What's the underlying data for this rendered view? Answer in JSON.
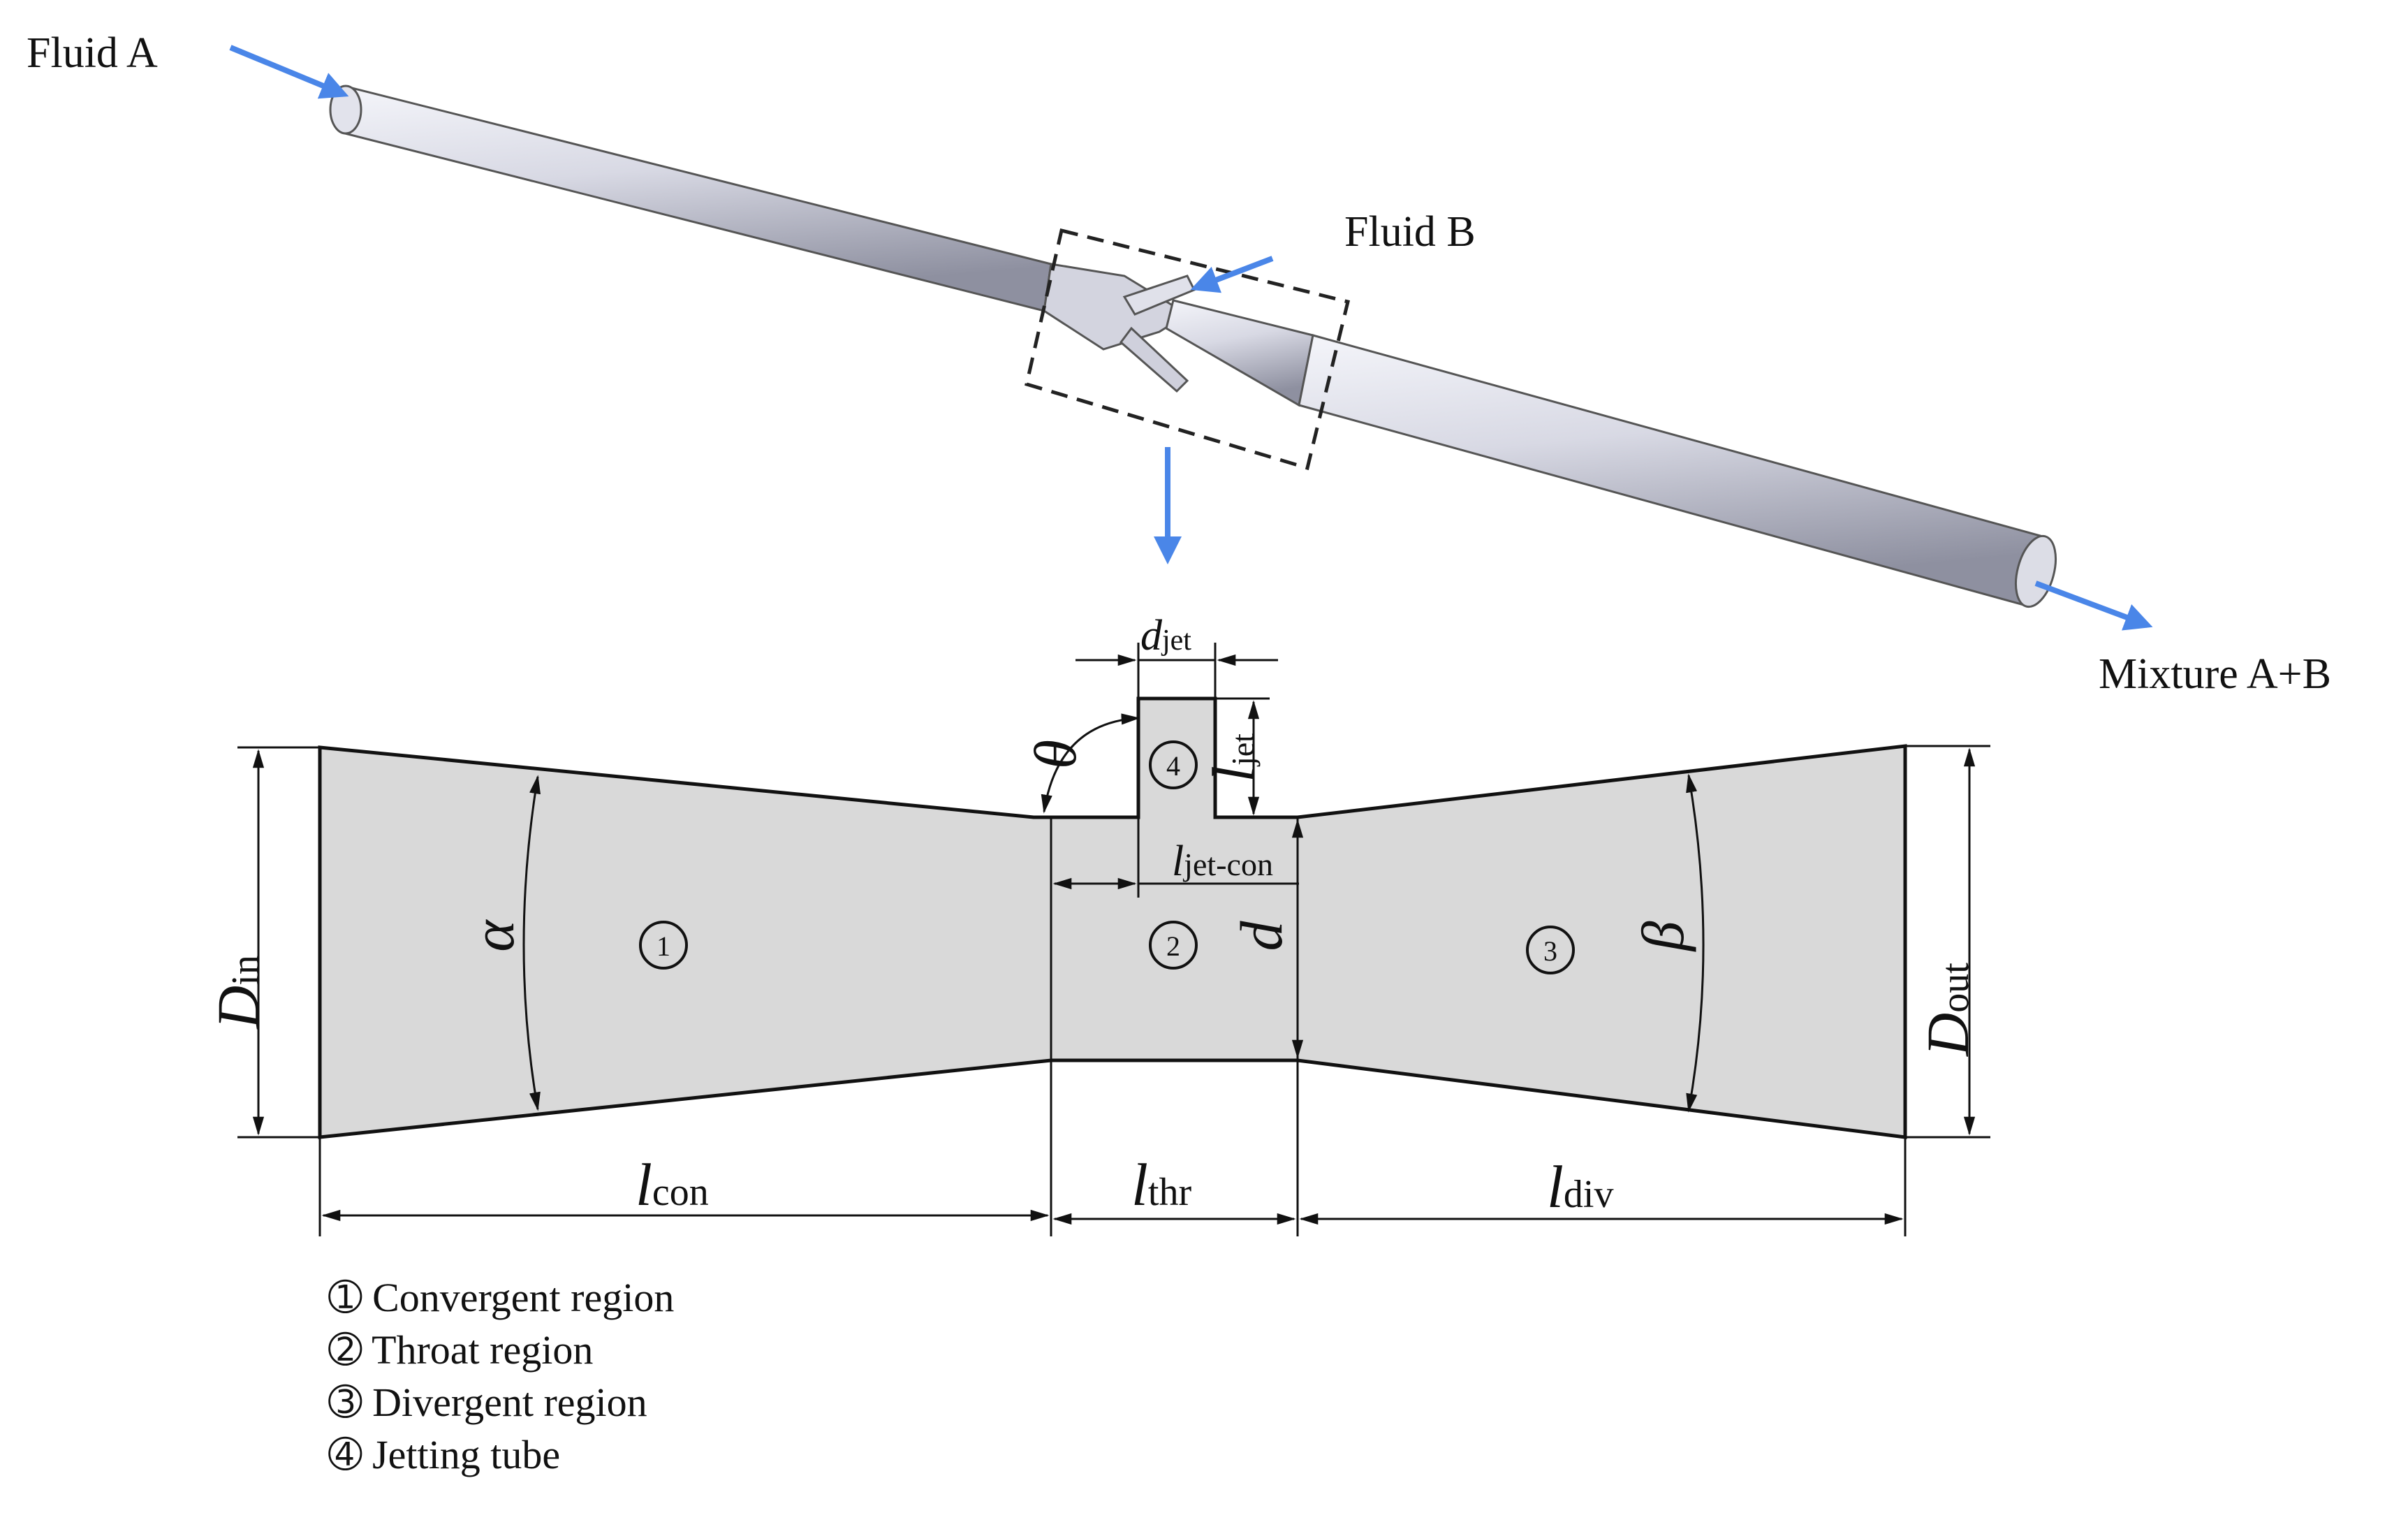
{
  "labels": {
    "fluid_a": "Fluid A",
    "fluid_b": "Fluid B",
    "mixture": "Mixture A+B"
  },
  "dimensions": {
    "d_in": {
      "main": "D",
      "sub": "in"
    },
    "d_out": {
      "main": "D",
      "sub": "out"
    },
    "d": "d",
    "d_jet": {
      "main": "d",
      "sub": "jet"
    },
    "l_jet": {
      "main": "l",
      "sub": "jet"
    },
    "l_jet_con": {
      "main": "l",
      "sub": "jet-con"
    },
    "l_con": {
      "main": "l",
      "sub": "con"
    },
    "l_thr": {
      "main": "l",
      "sub": "thr"
    },
    "l_div": {
      "main": "l",
      "sub": "div"
    },
    "alpha": "α",
    "beta": "β",
    "theta": "θ"
  },
  "region_numbers": [
    "1",
    "2",
    "3",
    "4"
  ],
  "legend": [
    {
      "num": "➀",
      "text": "Convergent region"
    },
    {
      "num": "➁",
      "text": "Throat region"
    },
    {
      "num": "➂",
      "text": "Divergent region"
    },
    {
      "num": "➃",
      "text": "Jetting tube"
    }
  ],
  "colors": {
    "arrow_blue": "#4a86e8",
    "section_fill": "#d9d9d9",
    "pipe_light": "#e6e7f0",
    "pipe_dark": "#9a9cab"
  }
}
